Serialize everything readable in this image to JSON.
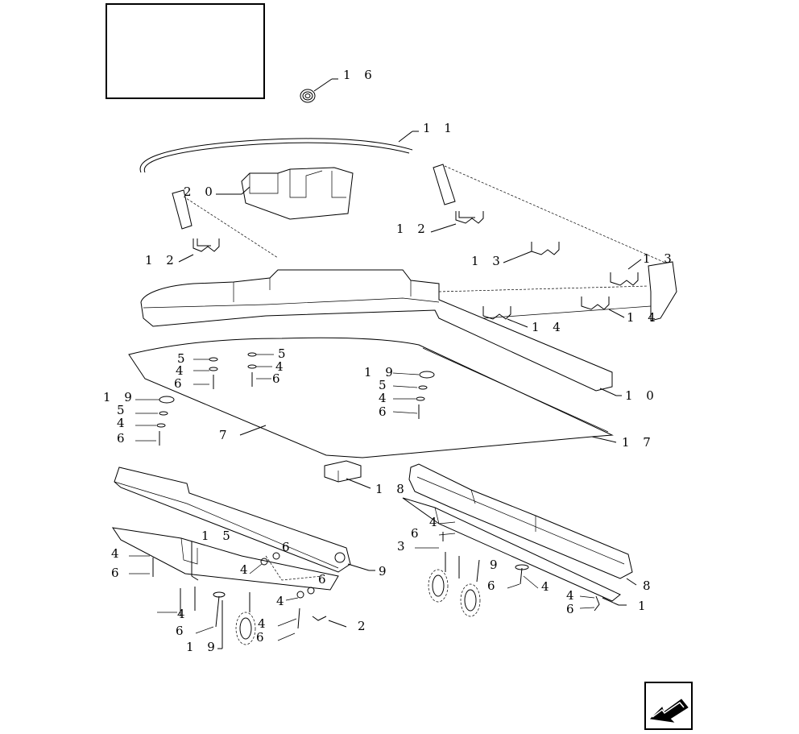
{
  "title_block": {
    "text": ""
  },
  "callouts": [
    {
      "id": "c16a",
      "text": "1 6"
    },
    {
      "id": "c11",
      "text": "1 1"
    },
    {
      "id": "c20",
      "text": "2 0"
    },
    {
      "id": "c12a",
      "text": "1 2"
    },
    {
      "id": "c12b",
      "text": "1 2"
    },
    {
      "id": "c13a",
      "text": "1 3"
    },
    {
      "id": "c13b",
      "text": "1 3"
    },
    {
      "id": "c14a",
      "text": "1 4"
    },
    {
      "id": "c14b",
      "text": "1 4"
    },
    {
      "id": "c10",
      "text": "1 0"
    },
    {
      "id": "c17",
      "text": "1 7"
    },
    {
      "id": "c7",
      "text": "7"
    },
    {
      "id": "c18",
      "text": "1 8"
    },
    {
      "id": "c5a",
      "text": "5"
    },
    {
      "id": "c4a",
      "text": "4"
    },
    {
      "id": "c6a",
      "text": "6"
    },
    {
      "id": "c5b",
      "text": "5"
    },
    {
      "id": "c4b",
      "text": "4"
    },
    {
      "id": "c6b",
      "text": "6"
    },
    {
      "id": "c19a",
      "text": "1 9"
    },
    {
      "id": "c5c",
      "text": "5"
    },
    {
      "id": "c4c",
      "text": "4"
    },
    {
      "id": "c6c",
      "text": "6"
    },
    {
      "id": "c19b",
      "text": "1 9"
    },
    {
      "id": "c5d",
      "text": "5"
    },
    {
      "id": "c4d",
      "text": "4"
    },
    {
      "id": "c6d",
      "text": "6"
    },
    {
      "id": "c15",
      "text": "1 5"
    },
    {
      "id": "c4e",
      "text": "4"
    },
    {
      "id": "c6e",
      "text": "6"
    },
    {
      "id": "c6f",
      "text": "6"
    },
    {
      "id": "c4f",
      "text": "4"
    },
    {
      "id": "c6g",
      "text": "6"
    },
    {
      "id": "c4g",
      "text": "4"
    },
    {
      "id": "c9a",
      "text": "9"
    },
    {
      "id": "c4h",
      "text": "4"
    },
    {
      "id": "c6h",
      "text": "6"
    },
    {
      "id": "c19c",
      "text": "1 9"
    },
    {
      "id": "c4i",
      "text": "4"
    },
    {
      "id": "c6i",
      "text": "6"
    },
    {
      "id": "c2",
      "text": "2"
    },
    {
      "id": "c4j",
      "text": "4"
    },
    {
      "id": "c6j",
      "text": "6"
    },
    {
      "id": "c3",
      "text": "3"
    },
    {
      "id": "c9b",
      "text": "9"
    },
    {
      "id": "c6k",
      "text": "6"
    },
    {
      "id": "c4k",
      "text": "4"
    },
    {
      "id": "c8",
      "text": "8"
    },
    {
      "id": "c4l",
      "text": "4"
    },
    {
      "id": "c6l",
      "text": "6"
    },
    {
      "id": "c1",
      "text": "1"
    }
  ],
  "nav": {
    "icon": "arrow-left-down-icon"
  }
}
